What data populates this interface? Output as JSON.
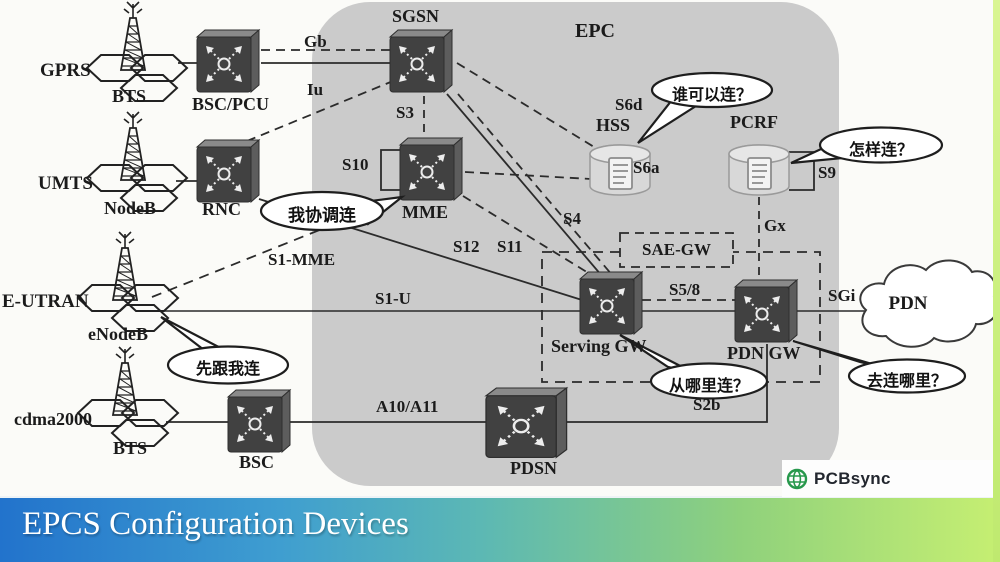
{
  "banner": {
    "title": "EPCS Configuration Devices"
  },
  "branding": {
    "name": "PCBsync"
  },
  "region": {
    "label": "EPC",
    "group_label": "SAE-GW"
  },
  "labels": {
    "gprs": "GPRS",
    "bts_gprs": "BTS",
    "bsc_pcu": "BSC/PCU",
    "umts": "UMTS",
    "nodeb": "NodeB",
    "rnc": "RNC",
    "sgsn": "SGSN",
    "mme": "MME",
    "hss": "HSS",
    "pcrf": "PCRF",
    "serving_gw": "Serving GW",
    "pdn_gw": "PDN GW",
    "pdn": "PDN",
    "eutran": "E-UTRAN",
    "enodeb": "eNodeB",
    "cdma2000": "cdma2000",
    "bts_cdma": "BTS",
    "bsc": "BSC",
    "pdsn": "PDSN"
  },
  "interfaces": {
    "gb": "Gb",
    "iu": "Iu",
    "s3": "S3",
    "s10": "S10",
    "s6d": "S6d",
    "s6a": "S6a",
    "s9": "S9",
    "gx": "Gx",
    "s4": "S4",
    "s11": "S11",
    "s12": "S12",
    "s1_mme": "S1-MME",
    "s1_u": "S1-U",
    "s5_8": "S5/8",
    "sgi": "SGi",
    "a10_a11": "A10/A11",
    "s2b": "S2b"
  },
  "callouts": {
    "hss": "谁可以连？",
    "pcrf": "怎样连？",
    "mme": "我协调连",
    "enodeb": "先跟我连",
    "serving_gw": "从哪里连？",
    "pdn_gw": "去连哪里？"
  },
  "colors": {
    "epc_region": "#cbcbcb",
    "line": "#2b2b2b",
    "banner_left": "#2273cc",
    "banner_right": "#c6ef72",
    "edge_strip": "#c9ef7d",
    "logo_green": "#27984c"
  }
}
